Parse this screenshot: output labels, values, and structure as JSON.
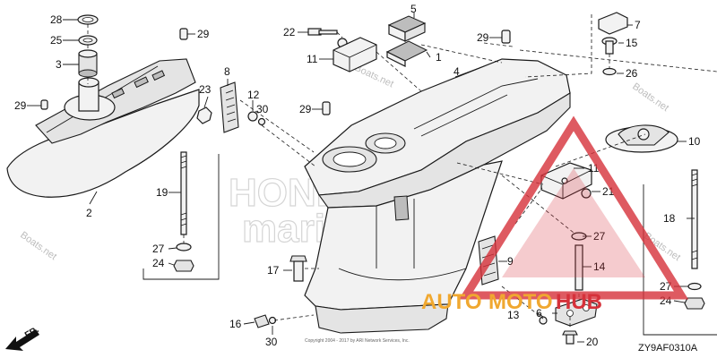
{
  "diagram": {
    "callouts": {
      "c1": "1",
      "c2": "2",
      "c3": "3",
      "c4": "4",
      "c5": "5",
      "c6": "6",
      "c7": "7",
      "c8": "8",
      "c9": "9",
      "c10": "10",
      "c11a": "11",
      "c11b": "11",
      "c12": "12",
      "c13": "13",
      "c14": "14",
      "c15": "15",
      "c16": "16",
      "c17": "17",
      "c18": "18",
      "c19": "19",
      "c20": "20",
      "c21": "21",
      "c22": "22",
      "c23": "23",
      "c24a": "24",
      "c24b": "24",
      "c25": "25",
      "c26": "26",
      "c27a": "27",
      "c27b": "27",
      "c27c": "27",
      "c28": "28",
      "c29a": "29",
      "c29b": "29",
      "c29c": "29",
      "c29d": "29",
      "c30a": "30",
      "c30b": "30"
    },
    "diagram_code": "ZY9AF0310A",
    "front_marker": "FR.",
    "watermark": "Boats.net",
    "watermark_main": "Boats.net",
    "watermark_brand": "HONDA",
    "watermark_brand2": "marine",
    "copyright": "Copyright 2004 - 2017 by ARI Network Services, Inc."
  },
  "logo": {
    "part1": "AUTO",
    "part2": "MOTO",
    "part3": "HUB",
    "colors": {
      "orange": "#f0a830",
      "red": "#d6313a"
    }
  }
}
